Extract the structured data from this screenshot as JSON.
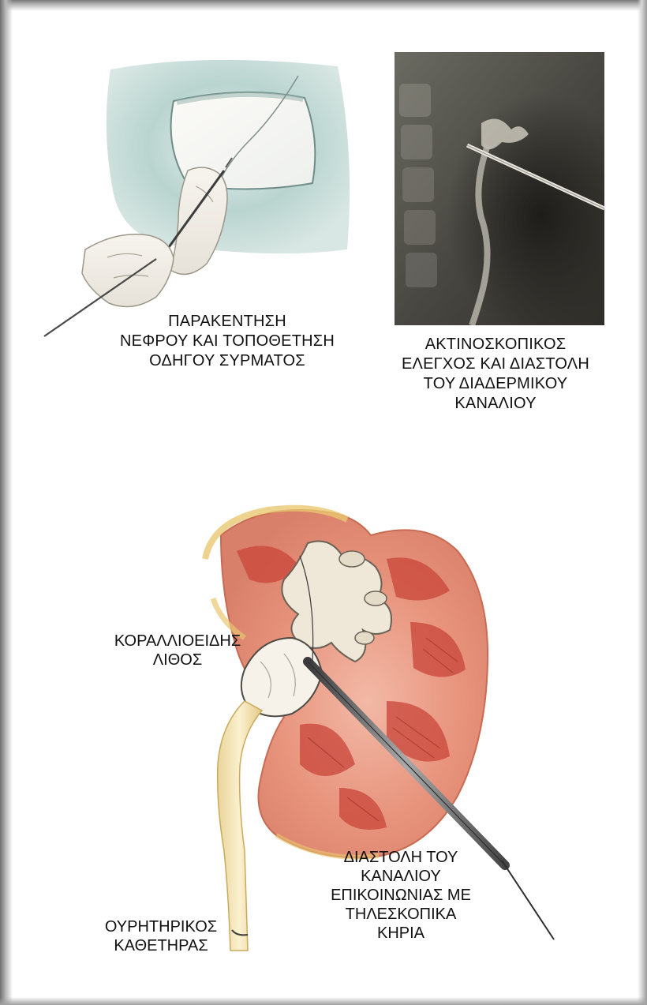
{
  "top_left_caption": {
    "lines": [
      "ΠΑΡΑΚΕΝΤΗΣΗ",
      "ΝΕΦΡΟΥ ΚΑΙ ΤΟΠΟΘΕΤΗΣΗ",
      "ΟΔΗΓΟΥ ΣΥΡΜΑΤΟΣ"
    ]
  },
  "top_right_caption": {
    "lines": [
      "ΑΚΤΙΝΟΣΚΟΠΙΚΟΣ",
      "ΕΛΕΓΧΟΣ ΚΑΙ ΔΙΑΣΤΟΛΗ",
      "ΤΟΥ ΔΙΑΔΕΡΜΙΚΟΥ",
      "ΚΑΝΑΛΙΟΥ"
    ]
  },
  "kidney_labels": {
    "stone": [
      "ΚΟΡΑΛΛΙΟΕΙΔΗΣ",
      "ΛΙΘΟΣ"
    ],
    "dilation": [
      "ΔΙΑΣΤΟΛΗ ΤΟΥ",
      "ΚΑΝΑΛΙΟΥ",
      "ΕΠΙΚΟΙΝΩΝΙΑΣ ΜΕ",
      "ΤΗΛΕΣΚΟΠΙΚΑ",
      "ΚΗΡΙΑ"
    ],
    "catheter": [
      "ΟΥΡΗΤΗΡΙΚΟΣ",
      "ΚΑΘΕΤΗΡΑΣ"
    ]
  }
}
